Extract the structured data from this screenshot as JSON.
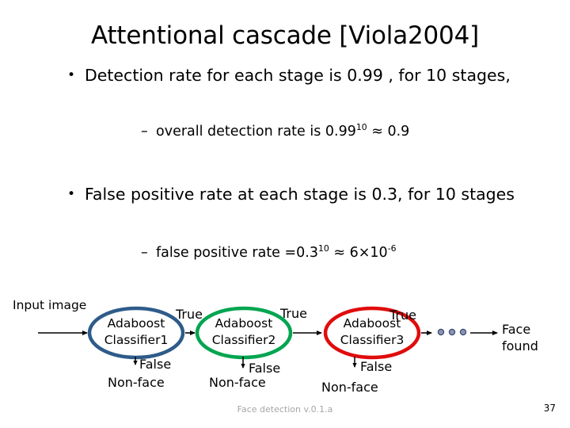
{
  "slide": {
    "title": "Attentional cascade [Viola2004]",
    "background_color": "#ffffff"
  },
  "body": {
    "bullets": [
      {
        "marker": "•",
        "text": "Detection  rate for each stage is 0.99 , for 10 stages,",
        "sub": {
          "marker": "–",
          "prefix": "overall detection rate is 0.99",
          "exponent": "10",
          "suffix": " ≈ 0.9"
        }
      },
      {
        "marker": "•",
        "text": "False positive rate at each stage is 0.3, for 10 stages",
        "sub": {
          "marker": "–",
          "prefix": "false positive rate =0.3",
          "exponent": "10",
          "mid": " ≈ 6×10",
          "exponent2": "-6",
          "suffix": ""
        }
      }
    ]
  },
  "diagram": {
    "input_label": "Input image",
    "output_label_line1": "Face",
    "output_label_line2": "found",
    "ellipsis_dots": 3,
    "stages": [
      {
        "name": "adaboost-classifier-1",
        "line1": "Adaboost",
        "line2": "Classifier1",
        "color": "#2E5B8A",
        "true_label": "True",
        "false_label": "False",
        "reject_label": "Non-face"
      },
      {
        "name": "adaboost-classifier-2",
        "line1": "Adaboost",
        "line2": "Classifier2",
        "color": "#00A550",
        "true_label": "True",
        "false_label": "False",
        "reject_label": "Non-face"
      },
      {
        "name": "adaboost-classifier-3",
        "line1": "Adaboost",
        "line2": "Classifier3",
        "color": "#E00C0C",
        "true_label": "True",
        "false_label": "False",
        "reject_label": "Non-face"
      }
    ],
    "dot_fill": "#8A93B0",
    "dot_stroke": "#3B4A72",
    "arrow_color": "#000000"
  },
  "footer": {
    "text": "Face detection v.0.1.a",
    "text_color": "#a6a6a6",
    "page_number": "37"
  }
}
